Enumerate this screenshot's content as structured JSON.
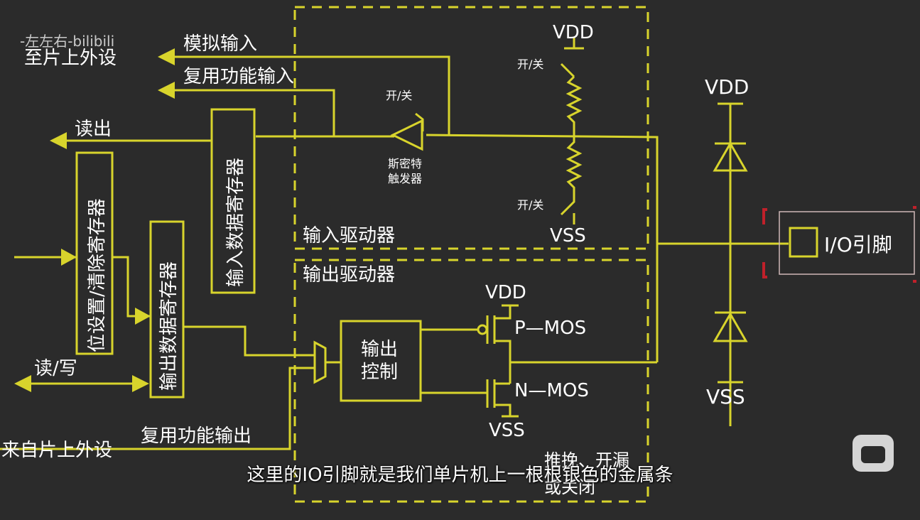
{
  "watermark": {
    "text": "-左左右-bilibili"
  },
  "labels": {
    "to_onchip": "至片上外设",
    "analog_in": "模拟输入",
    "alt_in": "复用功能输入",
    "read_out": "读出",
    "schmitt_onoff": "开/关",
    "schmitt": "斯密特",
    "schmitt2": "触发器",
    "vdd_top": "VDD",
    "pull_on_top": "开/关",
    "pull_on_bottom": "开/关",
    "vss_input": "VSS",
    "input_driver": "输入驱动器",
    "output_driver": "输出驱动器",
    "input_data_reg": "输入数据寄存器",
    "bit_set_reset_reg": "位设置/清除寄存器",
    "output_data_reg": "输出数据寄存器",
    "read_write": "读/写",
    "from_onchip": "来自片上外设",
    "alt_out": "复用功能输出",
    "output_ctrl1": "输出",
    "output_ctrl2": "控制",
    "vdd_out": "VDD",
    "pmos": "P—MOS",
    "nmos": "N—MOS",
    "vss_out": "VSS",
    "push_pull": "推挽、开漏",
    "or_off": "或关闭",
    "vdd_diode": "VDD",
    "vss_diode": "VSS",
    "io_pin": "I/O引脚"
  },
  "subtitle": "这里的IO引脚就是我们单片机上一根根银色的金属条",
  "colors": {
    "line": "#d8d42c",
    "background": "#2b2b2b",
    "pin_frame": "#c0202a"
  },
  "icons": {
    "player": "bilibili-tv-icon"
  }
}
